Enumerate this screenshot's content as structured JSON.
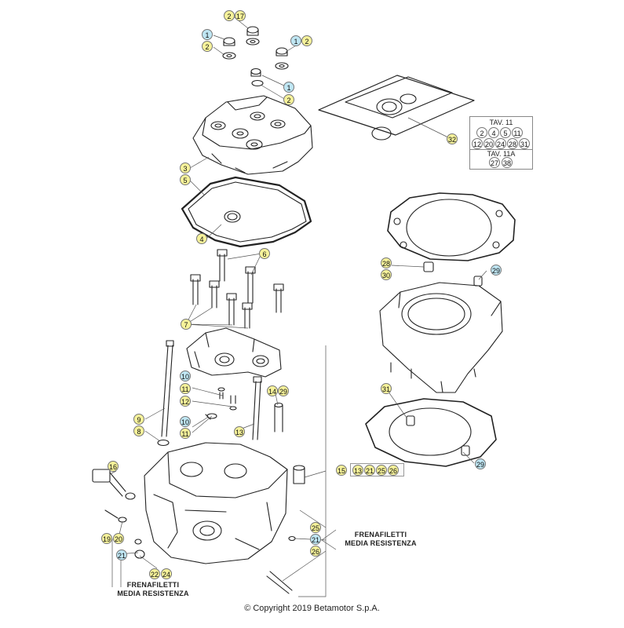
{
  "diagram": {
    "labels": [
      "1",
      "2",
      "3",
      "4",
      "5",
      "6",
      "7",
      "8",
      "9",
      "10",
      "11",
      "12",
      "13",
      "14",
      "15",
      "16",
      "17",
      "19",
      "20",
      "21",
      "22",
      "24",
      "25",
      "26",
      "27",
      "28",
      "29",
      "30",
      "31",
      "32",
      "13",
      "21",
      "25",
      "26"
    ],
    "table": {
      "title1": "TAV. 11",
      "row1": [
        "2",
        "4",
        "5",
        "11"
      ],
      "row2": [
        "12",
        "20",
        "24",
        "28",
        "31"
      ],
      "title2": "TAV. 11A",
      "row3": [
        "27",
        "38"
      ]
    },
    "notes": {
      "right_line1": "FRENAFILETTI",
      "right_line2": "MEDIA RESISTENZA",
      "left_line1": "FRENAFILETTI",
      "left_line2": "MEDIA RESISTENZA"
    },
    "copyright": "© Copyright 2019 Betamotor S.p.A."
  }
}
